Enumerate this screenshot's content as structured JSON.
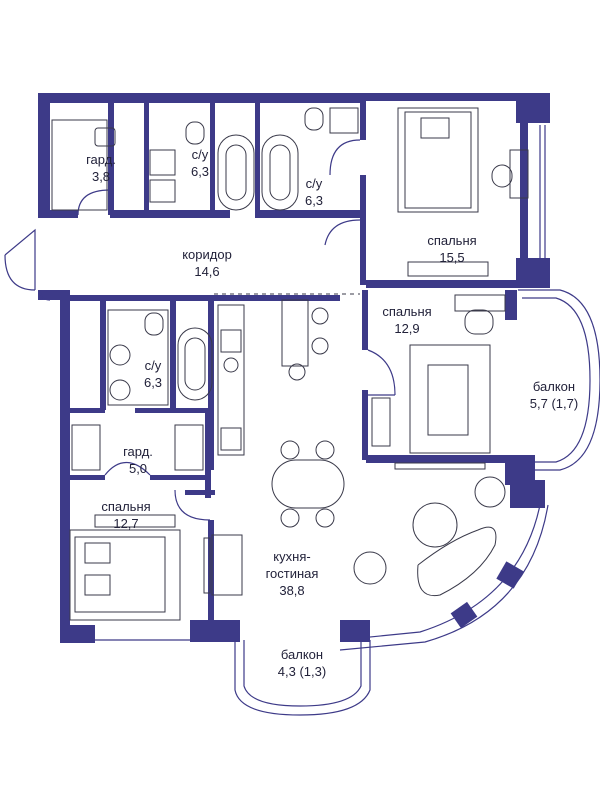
{
  "colors": {
    "wall": "#3d3a88",
    "furniture": "#3a3a4a",
    "background": "#ffffff"
  },
  "rooms": {
    "gard1": {
      "name": "гард.",
      "area": "3,8"
    },
    "su1": {
      "name": "с/у",
      "area": "6,3"
    },
    "su2": {
      "name": "с/у",
      "area": "6,3"
    },
    "bed1": {
      "name": "спальня",
      "area": "15,5"
    },
    "corridor": {
      "name": "коридор",
      "area": "14,6"
    },
    "bed2": {
      "name": "спальня",
      "area": "12,9"
    },
    "su3": {
      "name": "с/у",
      "area": "6,3"
    },
    "balcony1": {
      "name": "балкон",
      "area": "5,7 (1,7)"
    },
    "gard2": {
      "name": "гард.",
      "area": "5,0"
    },
    "bed3": {
      "name": "спальня",
      "area": "12,7"
    },
    "kitchen": {
      "name": "кухня-",
      "name2": "гостиная",
      "area": "38,8"
    },
    "balcony2": {
      "name": "балкон",
      "area": "4,3 (1,3)"
    }
  }
}
